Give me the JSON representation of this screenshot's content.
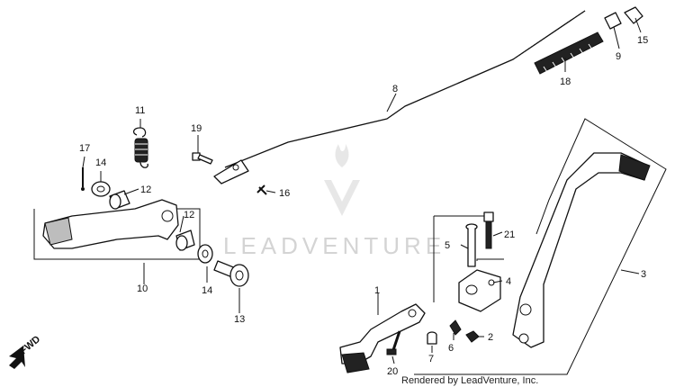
{
  "labels": {
    "p1": "1",
    "p2": "2",
    "p3": "3",
    "p4": "4",
    "p5": "5",
    "p6": "6",
    "p7": "7",
    "p8": "8",
    "p9": "9",
    "p10": "10",
    "p11": "11",
    "p12a": "12",
    "p12b": "12",
    "p13": "13",
    "p14a": "14",
    "p14b": "14",
    "p15": "15",
    "p16": "16",
    "p17": "17",
    "p18": "18",
    "p19": "19",
    "p20": "20",
    "p21": "21"
  },
  "watermark": "LEADVENTURE",
  "credit": "Rendered by LeadVenture, Inc.",
  "direction": "FWD",
  "colors": {
    "line": "#111111",
    "watermark": "#d4d4d4",
    "background": "#ffffff"
  }
}
